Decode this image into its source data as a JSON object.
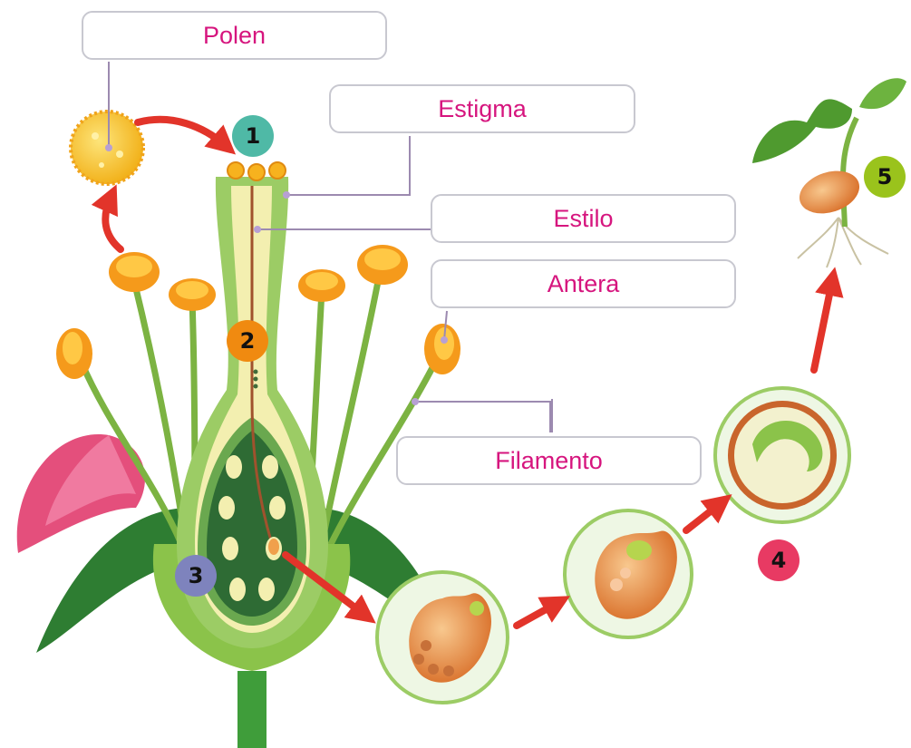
{
  "labels": {
    "polen": "Polen",
    "estigma": "Estigma",
    "estilo": "Estilo",
    "antera": "Antera",
    "filamento": "Filamento"
  },
  "steps": [
    "1",
    "2",
    "3",
    "4",
    "5"
  ],
  "colors": {
    "label_text": "#d6157e",
    "label_border": "#c8c8d0",
    "leader_line": "#9c8ab0",
    "arrow": "#e2342a",
    "step_1": "#4fb9a6",
    "step_2": "#f08a10",
    "step_3": "#7e83bd",
    "step_4": "#e83a63",
    "step_5": "#9ac31c"
  }
}
